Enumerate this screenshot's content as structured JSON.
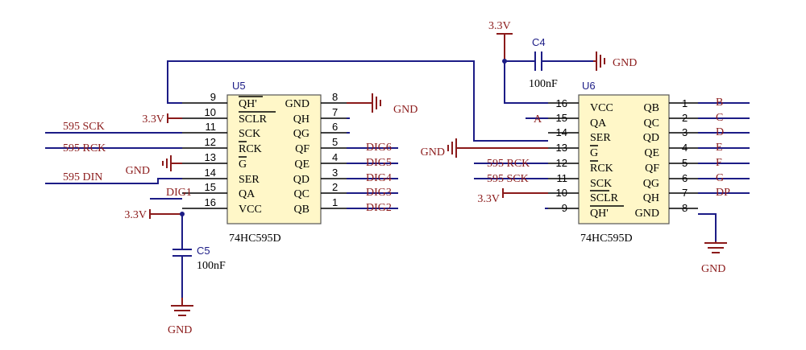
{
  "u5": {
    "designator": "U5",
    "part": "74HC595D",
    "left_pins": [
      {
        "num": "9",
        "label": "QH'"
      },
      {
        "num": "10",
        "label": "SCLR"
      },
      {
        "num": "11",
        "label": "SCK"
      },
      {
        "num": "12",
        "label": "RCK"
      },
      {
        "num": "13",
        "label": "G"
      },
      {
        "num": "14",
        "label": "SER"
      },
      {
        "num": "15",
        "label": "QA"
      },
      {
        "num": "16",
        "label": "VCC"
      }
    ],
    "right_pins": [
      {
        "num": "8",
        "label": "GND"
      },
      {
        "num": "7",
        "label": "QH"
      },
      {
        "num": "6",
        "label": "QG"
      },
      {
        "num": "5",
        "label": "QF"
      },
      {
        "num": "4",
        "label": "QE"
      },
      {
        "num": "3",
        "label": "QD"
      },
      {
        "num": "2",
        "label": "QC"
      },
      {
        "num": "1",
        "label": "QB"
      }
    ],
    "left_nets": [
      "",
      "3.3V",
      "595 SCK",
      "595 RCK",
      "GND",
      "595 DIN",
      "DIG1",
      "3.3V"
    ],
    "right_nets": [
      "GND",
      "",
      "",
      "DIG6",
      "DIG5",
      "DIG4",
      "DIG3",
      "DIG2"
    ]
  },
  "u6": {
    "designator": "U6",
    "part": "74HC595D",
    "left_pins": [
      {
        "num": "16",
        "label": "VCC"
      },
      {
        "num": "15",
        "label": "QA"
      },
      {
        "num": "14",
        "label": "SER"
      },
      {
        "num": "13",
        "label": "G"
      },
      {
        "num": "12",
        "label": "RCK"
      },
      {
        "num": "11",
        "label": "SCK"
      },
      {
        "num": "10",
        "label": "SCLR"
      },
      {
        "num": "9",
        "label": "QH'"
      }
    ],
    "right_pins": [
      {
        "num": "1",
        "label": "QB"
      },
      {
        "num": "2",
        "label": "QC"
      },
      {
        "num": "3",
        "label": "QD"
      },
      {
        "num": "4",
        "label": "QE"
      },
      {
        "num": "5",
        "label": "QF"
      },
      {
        "num": "6",
        "label": "QG"
      },
      {
        "num": "7",
        "label": "QH"
      },
      {
        "num": "8",
        "label": "GND"
      }
    ],
    "left_nets": [
      "",
      "A",
      "",
      "GND",
      "595 RCK",
      "595 SCK",
      "3.3V",
      ""
    ],
    "right_nets": [
      "B",
      "C",
      "D",
      "E",
      "F",
      "G",
      "DP",
      "GND"
    ]
  },
  "c4": {
    "designator": "C4",
    "value": "100nF",
    "supply": "3.3V",
    "gnd": "GND"
  },
  "c5": {
    "designator": "C5",
    "value": "100nF",
    "gnd": "GND"
  }
}
